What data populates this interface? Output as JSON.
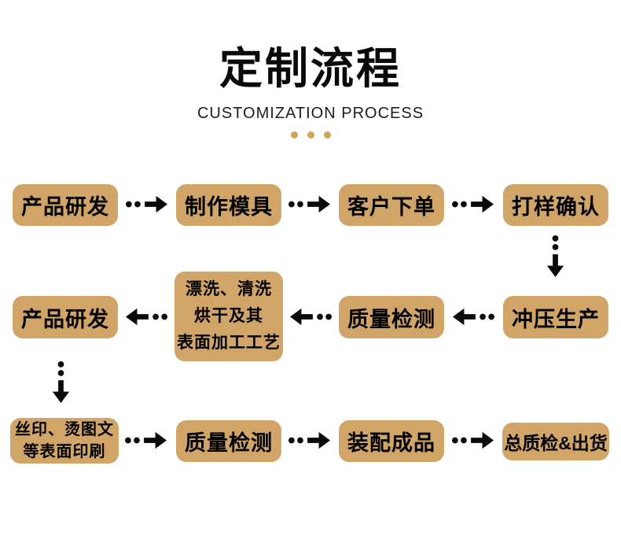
{
  "header": {
    "title": "定制流程",
    "subtitle": "CUSTOMIZATION PROCESS"
  },
  "colors": {
    "accent": "#d1a467",
    "dot": "#d4a454",
    "ink": "#0a0a0a"
  },
  "steps": {
    "product_development_1": "产品研发",
    "mold_making": "制作模具",
    "customer_order": "客户下单",
    "sample_confirmation": "打样确认",
    "stamping_production": "冲压生产",
    "quality_inspection_1": "质量检测",
    "surface_treatment": "漂洗、清洗\n烘干及其\n表面加工工艺",
    "product_development_2": "产品研发",
    "surface_printing": "丝印、烫图文\n等表面印刷",
    "quality_inspection_2": "质量检测",
    "assembly": "装配成品",
    "final_inspection_shipping": "总质检&出货"
  },
  "process_sequence": [
    "产品研发",
    "制作模具",
    "客户下单",
    "打样确认",
    "冲压生产",
    "质量检测",
    "漂洗、清洗烘干及其表面加工工艺",
    "产品研发",
    "丝印、烫图文等表面印刷",
    "质量检测",
    "装配成品",
    "总质检&出货"
  ]
}
